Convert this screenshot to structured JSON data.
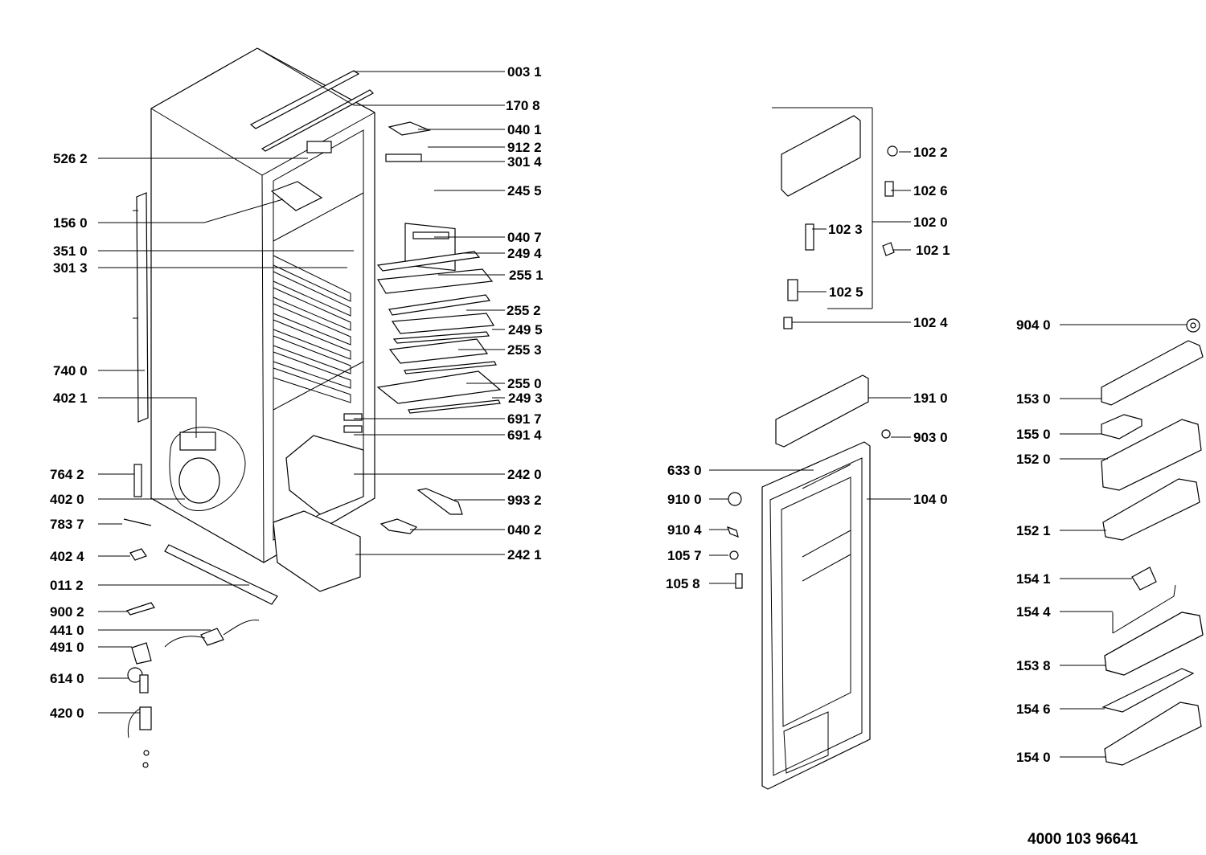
{
  "document_number": "4000 103 96641",
  "callouts": {
    "left": [
      "526 2",
      "156 0",
      "351 0",
      "301 3",
      "740 0",
      "402 1",
      "764 2",
      "402 0",
      "783 7",
      "402 4",
      "011 2",
      "900 2",
      "441 0",
      "491 0",
      "614 0",
      "420 0"
    ],
    "middle": [
      "003 1",
      "170 8",
      "040 1",
      "912 2",
      "301 4",
      "245 5",
      "040 7",
      "249 4",
      "255 1",
      "255 2",
      "249 5",
      "255 3",
      "255 0",
      "249 3",
      "691 7",
      "691 4",
      "242 0",
      "993 2",
      "040 2",
      "242 1"
    ],
    "door": [
      "102 2",
      "102 6",
      "102 3",
      "102 0",
      "102 1",
      "102 5",
      "102 4",
      "191 0",
      "903 0",
      "633 0",
      "910 0",
      "104 0",
      "910 4",
      "105 7",
      "105 8"
    ],
    "right": [
      "904 0",
      "153 0",
      "155 0",
      "152 0",
      "152 1",
      "154 1",
      "154 4",
      "153 8",
      "154 6",
      "154 0"
    ]
  }
}
